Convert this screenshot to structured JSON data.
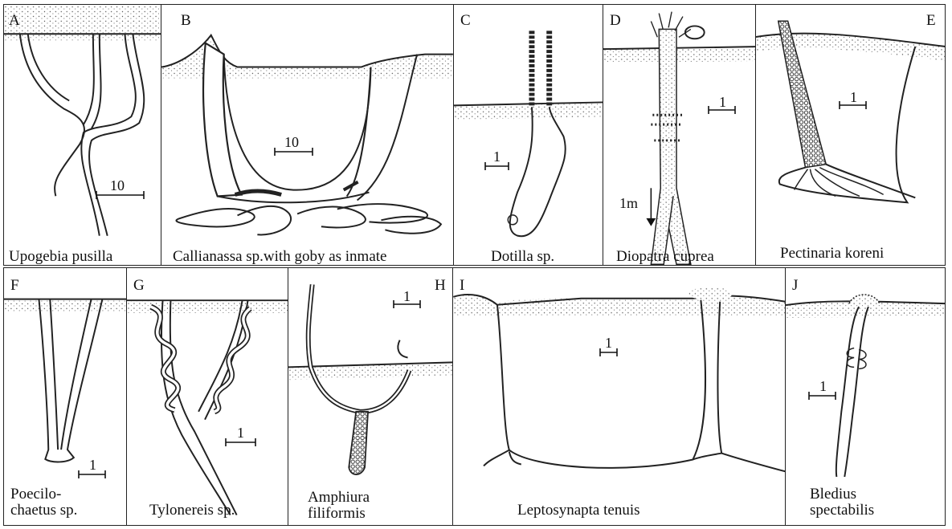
{
  "panels": [
    {
      "letter": "A",
      "caption": "Upogebia pusilla",
      "scale": "10"
    },
    {
      "letter": "B",
      "caption": "Callianassa sp.with goby as inmate",
      "scale": "10"
    },
    {
      "letter": "C",
      "caption": "Dotilla sp.",
      "scale": "1"
    },
    {
      "letter": "D",
      "caption": "Diopatra cuprea",
      "scale": "1",
      "depth": "1m"
    },
    {
      "letter": "E",
      "caption": "Pectinaria koreni",
      "scale": "1"
    },
    {
      "letter": "F",
      "caption": "Poecilo-\nchaetus sp.",
      "caption_lines": [
        "Poecilo-",
        "chaetus sp."
      ],
      "scale": "1"
    },
    {
      "letter": "G",
      "caption": "Tylonereis sp.",
      "scale": "1"
    },
    {
      "letter": "H",
      "caption": "Amphiura filiformis",
      "caption_lines": [
        "Amphiura",
        "filiformis"
      ],
      "scale": "1"
    },
    {
      "letter": "I",
      "caption": "Leptosynapta tenuis",
      "scale": "1"
    },
    {
      "letter": "J",
      "caption": "Bledius spectabilis",
      "caption_lines": [
        "Bledius",
        "spectabilis"
      ],
      "scale": "1"
    }
  ]
}
